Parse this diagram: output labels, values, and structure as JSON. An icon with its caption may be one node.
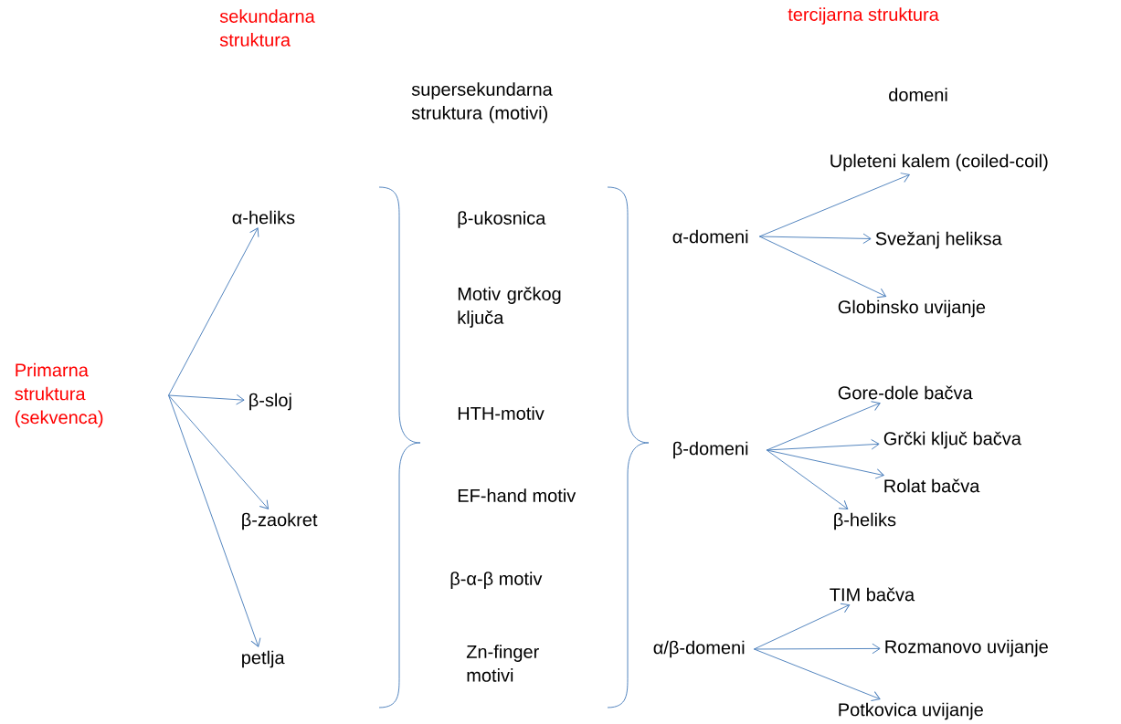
{
  "diagram": {
    "nodes": [
      {
        "text": [
          "Primarna struktura (sekvenca)"
        ]
      },
      {
        "text": [
          "α-heliks"
        ]
      },
      {
        "text": [
          "β-sloj"
        ]
      },
      {
        "text": [
          "β-zaokret"
        ]
      },
      {
        "text": [
          "petlja"
        ]
      },
      {
        "text": [
          "α-domeni"
        ]
      },
      {
        "text": [
          "Upleteni kalem (coiled-coil)"
        ]
      },
      {
        "text": [
          "Svežanj heliksa"
        ]
      },
      {
        "text": [
          "Globinsko uvijanje"
        ]
      },
      {
        "text": [
          "β-domeni"
        ]
      },
      {
        "text": [
          "Gore-dole bačva"
        ]
      },
      {
        "text": [
          "Grčki ključ bačva"
        ]
      },
      {
        "text": [
          "Rolat bačva"
        ]
      },
      {
        "text": [
          "β-heliks"
        ]
      },
      {
        "text": [
          "α/β-domeni"
        ]
      },
      {
        "text": [
          "TIM bačva"
        ]
      },
      {
        "text": [
          "Rozmanovo uvijanje"
        ]
      },
      {
        "text": [
          "Potkovica uvijanje"
        ]
      }
    ],
    "edges": [
      {
        "from": 0,
        "to": 1,
        "arrow": "to"
      },
      {
        "from": 0,
        "to": 2,
        "arrow": "to"
      },
      {
        "from": 0,
        "to": 3,
        "arrow": "to"
      },
      {
        "from": 0,
        "to": 4,
        "arrow": "to"
      },
      {
        "from": 5,
        "to": 6,
        "arrow": "to"
      },
      {
        "from": 5,
        "to": 7,
        "arrow": "to"
      },
      {
        "from": 5,
        "to": 8,
        "arrow": "to"
      },
      {
        "from": 9,
        "to": 10,
        "arrow": "to"
      },
      {
        "from": 9,
        "to": 11,
        "arrow": "to"
      },
      {
        "from": 9,
        "to": 12,
        "arrow": "to"
      },
      {
        "from": 9,
        "to": 13,
        "arrow": "to"
      },
      {
        "from": 14,
        "to": 15,
        "arrow": "to"
      },
      {
        "from": 14,
        "to": 16,
        "arrow": "to"
      },
      {
        "from": 14,
        "to": 17,
        "arrow": "to"
      }
    ],
    "labels": [
      "tercijarna struktura",
      "sekundarna struktura",
      "supersekundarna struktura (motivi)",
      "domeni",
      "β-ukosnica",
      "Motiv grčkog ključa",
      "HTH-motiv",
      "EF-hand motiv",
      "β-α-β motiv",
      "Zn-finger motivi"
    ]
  }
}
